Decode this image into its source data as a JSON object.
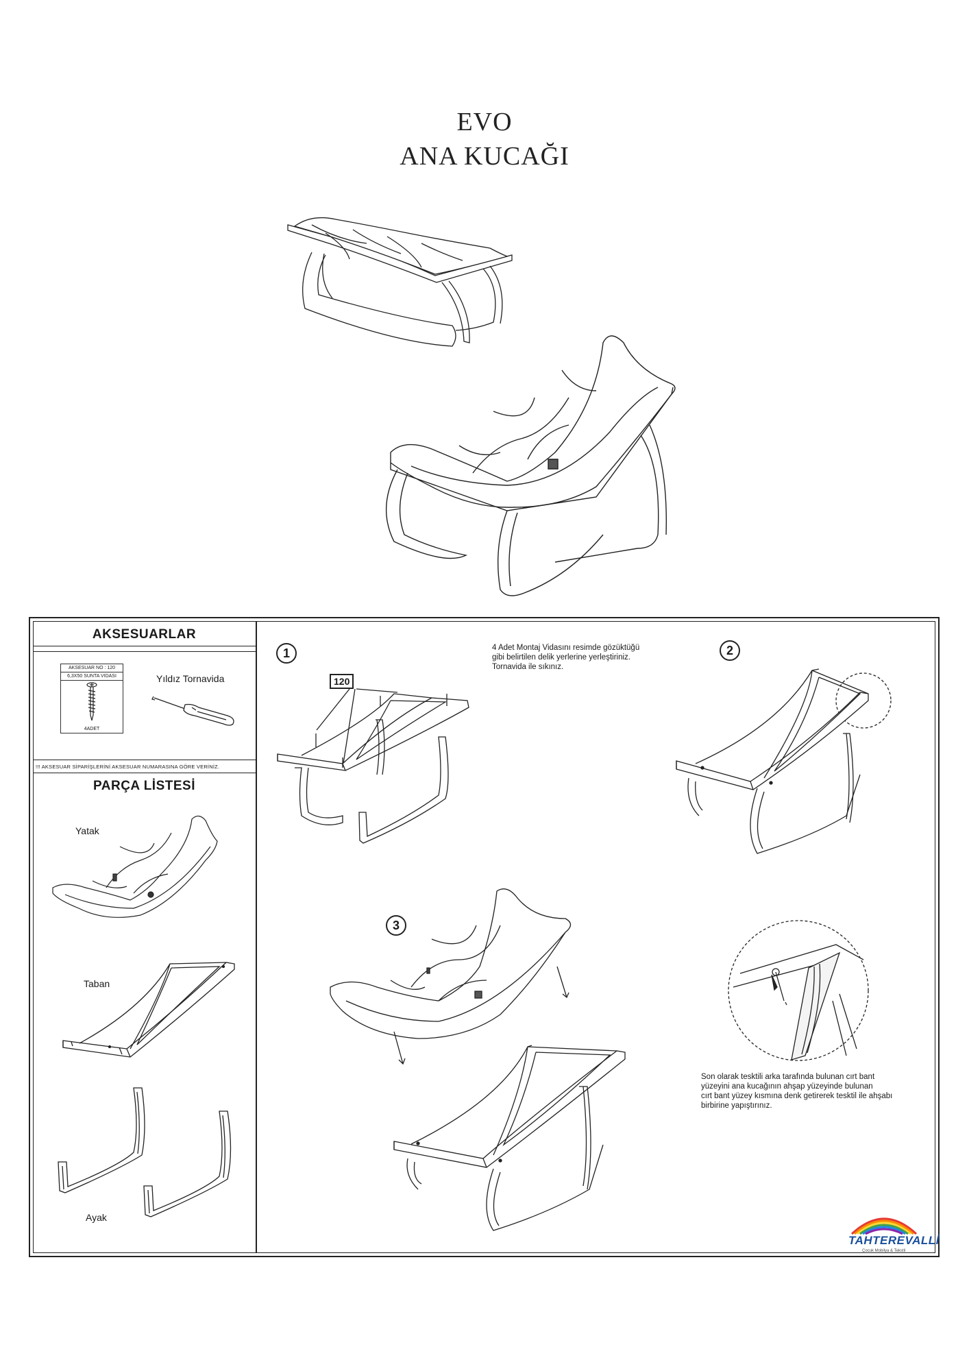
{
  "header": {
    "title_line1": "EVO",
    "title_line2": "ANA KUCAĞI"
  },
  "accessories": {
    "title": "AKSESUARLAR",
    "part_no": "AKSESUAR NO : 120",
    "part_name": "6,3X50 SUNTA VIDASI",
    "part_qty": "4ADET",
    "tool": "Yıldız Tornavida",
    "warning": "!!! AKSESUAR SİPARİŞLERİNİ AKSESUAR NUMARASINA GÖRE VERİNİZ."
  },
  "parts": {
    "title": "PARÇA LİSTESİ",
    "items": [
      "Yatak",
      "Taban",
      "Ayak"
    ]
  },
  "steps": {
    "step1_num": "1",
    "step2_num": "2",
    "step3_num": "3",
    "badge": "120",
    "step1_text": [
      "4 Adet Montaj Vidasını resimde gözüktüğü",
      "gibi belirtilen delik yerlerine yerleştiriniz.",
      "Tornavida ile sıkınız."
    ],
    "final_text": [
      "Son olarak tesktili arka tarafında bulunan cırt bant",
      "yüzeyini ana kucağının ahşap yüzeyinde bulunan",
      "cırt bant yüzey kısmına denk getirerek tesktil ile ahşabı",
      "birbirine yapıştırınız."
    ]
  },
  "logo": {
    "name": "TAHTEREVALLİ",
    "tagline": "Çocuk Mobilya & Tekstil",
    "colors": [
      "#e53935",
      "#fb8c00",
      "#fdd835",
      "#43a047",
      "#1e88e5",
      "#8e24aa"
    ]
  }
}
